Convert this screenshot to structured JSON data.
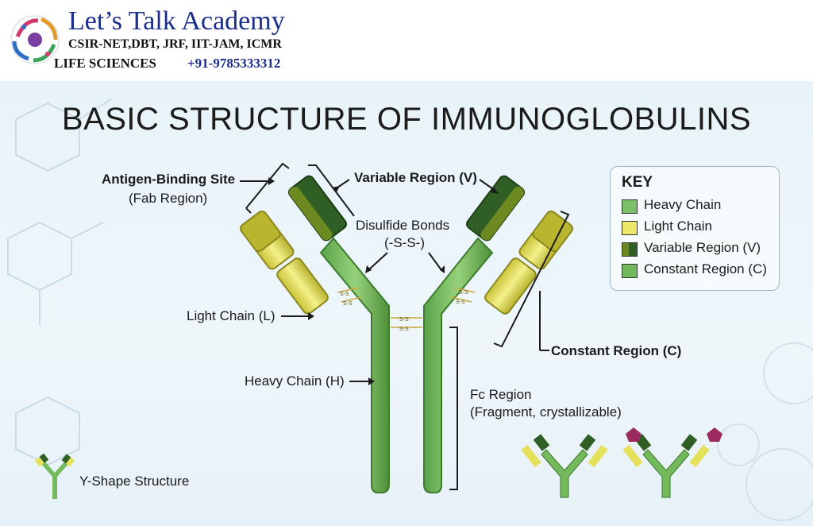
{
  "header": {
    "academy_name": "Let’s Talk Academy",
    "exams": "CSIR-NET,DBT, JRF, IIT-JAM, ICMR",
    "subject": "LIFE SCIENCES",
    "phone": "+91-9785333312"
  },
  "title": "BASIC STRUCTURE OF IMMUNOGLOBULINS",
  "labels": {
    "antigen_binding_site": "Antigen-Binding Site",
    "fab_region": "(Fab Region)",
    "variable_region": "Variable Region (V)",
    "disulfide_bonds": "Disulfide Bonds",
    "disulfide_formula": "(-S-S-)",
    "light_chain": "Light Chain (L)",
    "heavy_chain": "Heavy Chain (H)",
    "constant_region": "Constant Region (C)",
    "fc_region": "Fc Region",
    "fc_desc": "(Fragment, crystallizable)",
    "y_shape": "Y-Shape Structure",
    "ss": "S-S"
  },
  "key": {
    "title": "KEY",
    "items": [
      {
        "label": "Heavy Chain",
        "color": "#7cc06a"
      },
      {
        "label": "Light Chain",
        "color": "#ece86a"
      },
      {
        "label": "Variable Region (V)",
        "color": "#3f6d1e"
      },
      {
        "label": "Constant Region (C)",
        "color": "#72b85c"
      }
    ]
  },
  "colors": {
    "heavy_chain": "#74b95c",
    "heavy_chain_dark": "#4f8f3a",
    "light_chain": "#e6e15a",
    "light_chain_dark": "#b6b22e",
    "variable_region": "#2f5f24",
    "variable_light": "#8f8f26",
    "antigen": "#9b2a5e",
    "text": "#1b1b1b"
  }
}
